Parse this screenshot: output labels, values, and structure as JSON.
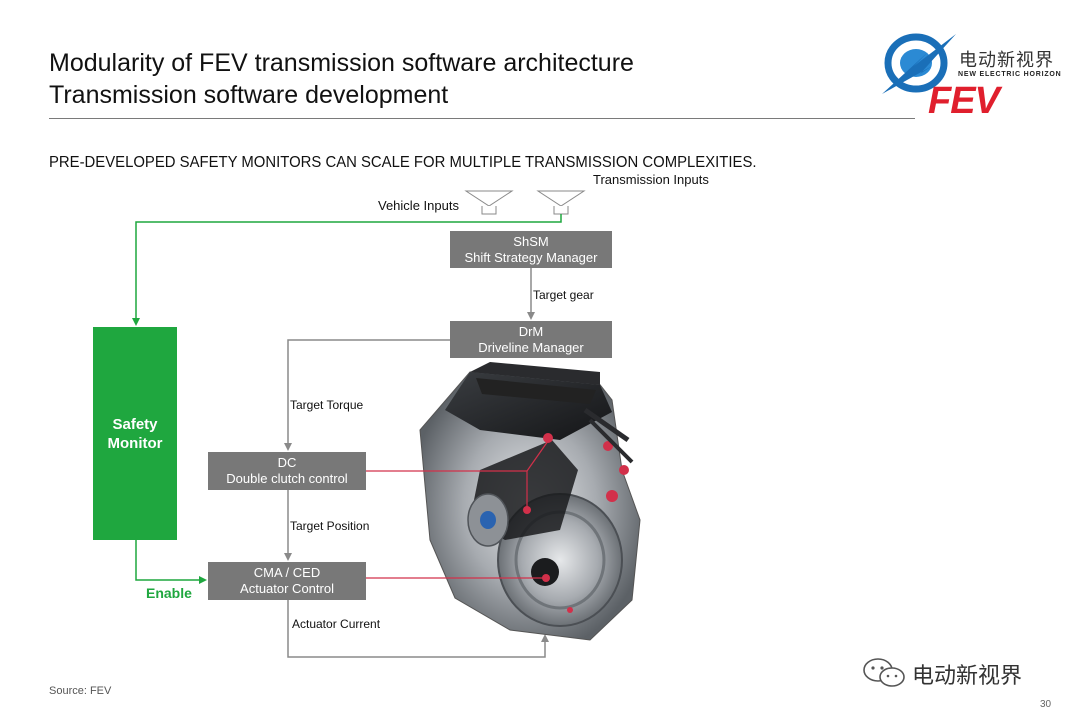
{
  "header": {
    "title_line1": "Modularity of FEV transmission software architecture",
    "title_line2": "Transmission software development"
  },
  "logo": {
    "cn_name": "电动新视界",
    "en_name": "NEW ELECTRIC HORIZON",
    "brand": "FEV",
    "brand_color": "#e01f2d",
    "icon": "lightning-globe-icon"
  },
  "headline": "PRE-DEVELOPED SAFETY MONITORS CAN SCALE FOR MULTIPLE TRANSMISSION COMPLEXITIES.",
  "diagram": {
    "inputs": {
      "vehicle": "Vehicle Inputs",
      "transmission": "Transmission Inputs"
    },
    "boxes": {
      "shsm_abbr": "ShSM",
      "shsm_name": "Shift Strategy Manager",
      "drm_abbr": "DrM",
      "drm_name": "Driveline Manager",
      "dc_abbr": "DC",
      "dc_name": "Double clutch control",
      "cma_abbr": "CMA / CED",
      "cma_name": "Actuator Control",
      "safety_line1": "Safety",
      "safety_line2": "Monitor"
    },
    "signals": {
      "target_gear": "Target gear",
      "target_torque": "Target Torque",
      "target_position": "Target Position",
      "actuator_current": "Actuator Current",
      "enable": "Enable"
    },
    "colors": {
      "box_gray": "#787878",
      "safety_green": "#1fa73f",
      "line_gray": "#8a8a8a",
      "pointer_red": "#d2304a"
    }
  },
  "footer": {
    "source": "Source: FEV",
    "page_number": "30",
    "watermark": "电动新视界"
  }
}
